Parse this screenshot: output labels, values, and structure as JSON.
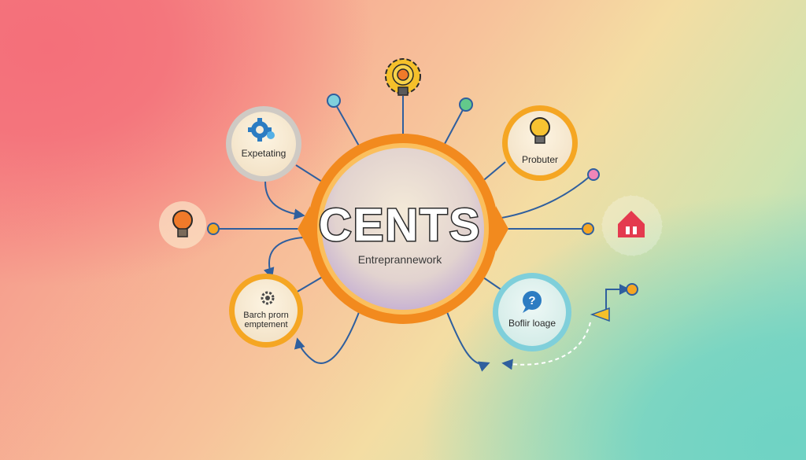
{
  "center": {
    "title": "CENTS",
    "subtitle": "Entreprannework"
  },
  "nodes": {
    "top_left": {
      "label": "Expetating",
      "icon": "gear-icon"
    },
    "top_right": {
      "label": "Probuter",
      "icon": "lightbulb-icon"
    },
    "bottom_left": {
      "label_line1": "Barch prorn",
      "label_line2": "emptement",
      "icon": "gear-icon"
    },
    "bottom_right": {
      "label": "Boflir loage",
      "icon": "question-icon"
    },
    "left_icon": {
      "icon": "lightbulb-icon"
    },
    "right_icon": {
      "icon": "house-icon"
    },
    "top_icon": {
      "icon": "lightbulb-gear-icon"
    }
  },
  "colors": {
    "ring_orange": "#f28a1e",
    "connector_blue": "#2f5f9e",
    "dot_teal": "#7fd0dc",
    "dot_green": "#63c98b",
    "dot_pink": "#ef86b8",
    "dot_orange": "#f5a623",
    "house_red": "#e43a4e"
  }
}
